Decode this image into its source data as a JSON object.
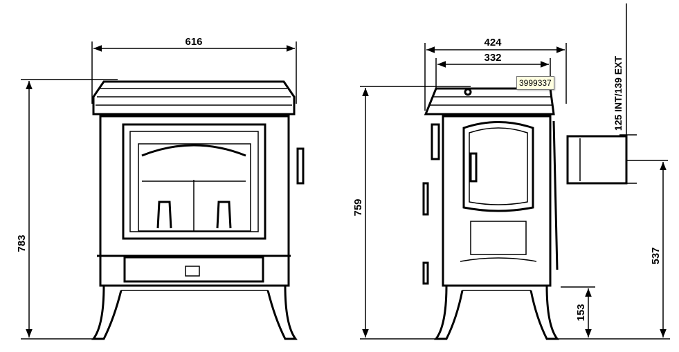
{
  "dimensions": {
    "front_width": "616",
    "front_height": "783",
    "side_depth": "424",
    "side_inner_depth": "332",
    "side_height": "759",
    "flue_diameter": "125 INT/139 EXT",
    "flue_height": "537",
    "leg_height": "153"
  },
  "tooltip": "3999337"
}
